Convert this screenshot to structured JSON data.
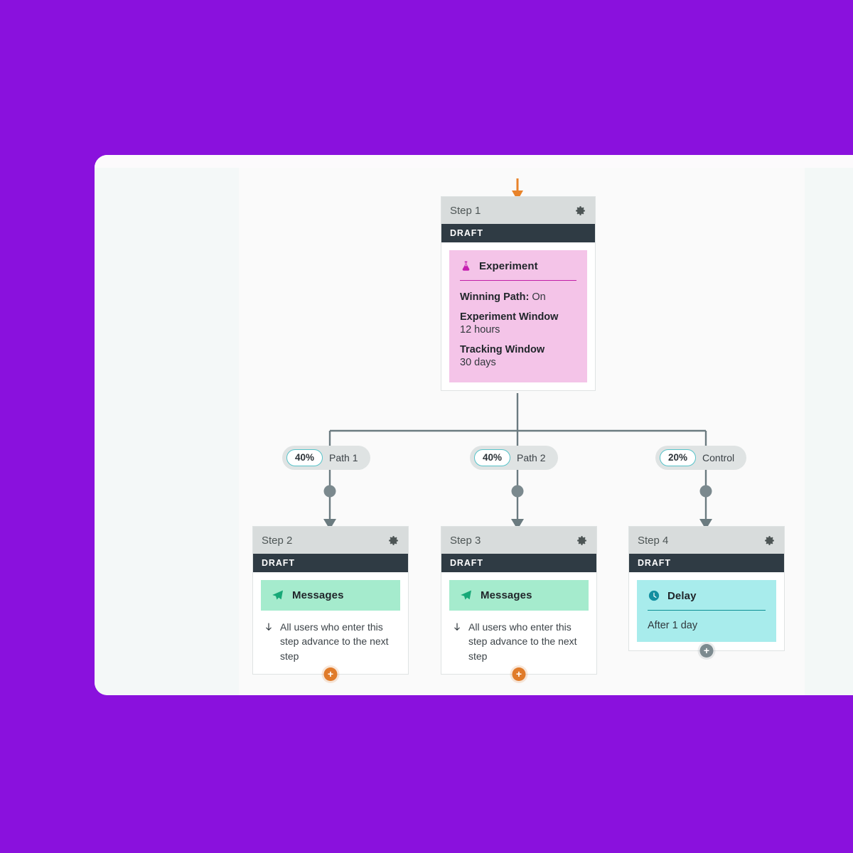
{
  "theme": {
    "page_background": "#8a11dd",
    "panel_background": "#f6f9f9",
    "status_bar_color": "#2f3b44",
    "title_bar_color": "#d8dcdc",
    "experiment_block_color": "#f4c4e8",
    "messages_block_color": "#a5ebcd",
    "delay_block_color": "#a8ecec",
    "accent_orange": "#e07b2a",
    "accent_teal": "#57c3c9",
    "connector_color": "#6b7b80"
  },
  "entry": {
    "arrow_icon": "arrow-down-icon",
    "color": "#e8832a"
  },
  "steps": [
    {
      "id": "step-1",
      "title": "Step 1",
      "status": "DRAFT",
      "gear_icon": "gear-icon",
      "block": {
        "kind": "experiment",
        "icon": "flask-icon",
        "label": "Experiment",
        "fields": [
          {
            "layout": "inline",
            "key": "Winning Path:",
            "value": "On"
          },
          {
            "layout": "stacked",
            "key": "Experiment Window",
            "value": "12 hours"
          },
          {
            "layout": "stacked",
            "key": "Tracking Window",
            "value": "30 days"
          }
        ]
      },
      "plus_button": null
    },
    {
      "id": "step-2",
      "title": "Step 2",
      "status": "DRAFT",
      "gear_icon": "gear-icon",
      "block": {
        "kind": "messages",
        "icon": "paper-plane-icon",
        "label": "Messages"
      },
      "branch_note": {
        "icon": "arrow-down-into-step-icon",
        "text": "All users who enter this step advance to the next step"
      },
      "plus_button": {
        "icon": "plus-icon",
        "style": "orange"
      }
    },
    {
      "id": "step-3",
      "title": "Step 3",
      "status": "DRAFT",
      "gear_icon": "gear-icon",
      "block": {
        "kind": "messages",
        "icon": "paper-plane-icon",
        "label": "Messages"
      },
      "branch_note": {
        "icon": "arrow-down-into-step-icon",
        "text": "All users who enter this step advance to the next step"
      },
      "plus_button": {
        "icon": "plus-icon",
        "style": "orange"
      }
    },
    {
      "id": "step-4",
      "title": "Step 4",
      "status": "DRAFT",
      "gear_icon": "gear-icon",
      "block": {
        "kind": "delay",
        "icon": "clock-icon",
        "label": "Delay",
        "detail": "After 1 day"
      },
      "plus_button": {
        "icon": "plus-icon",
        "style": "gray"
      }
    }
  ],
  "paths": [
    {
      "id": "path-1",
      "percent": "40%",
      "label": "Path 1"
    },
    {
      "id": "path-2",
      "percent": "40%",
      "label": "Path 2"
    },
    {
      "id": "control",
      "percent": "20%",
      "label": "Control"
    }
  ]
}
